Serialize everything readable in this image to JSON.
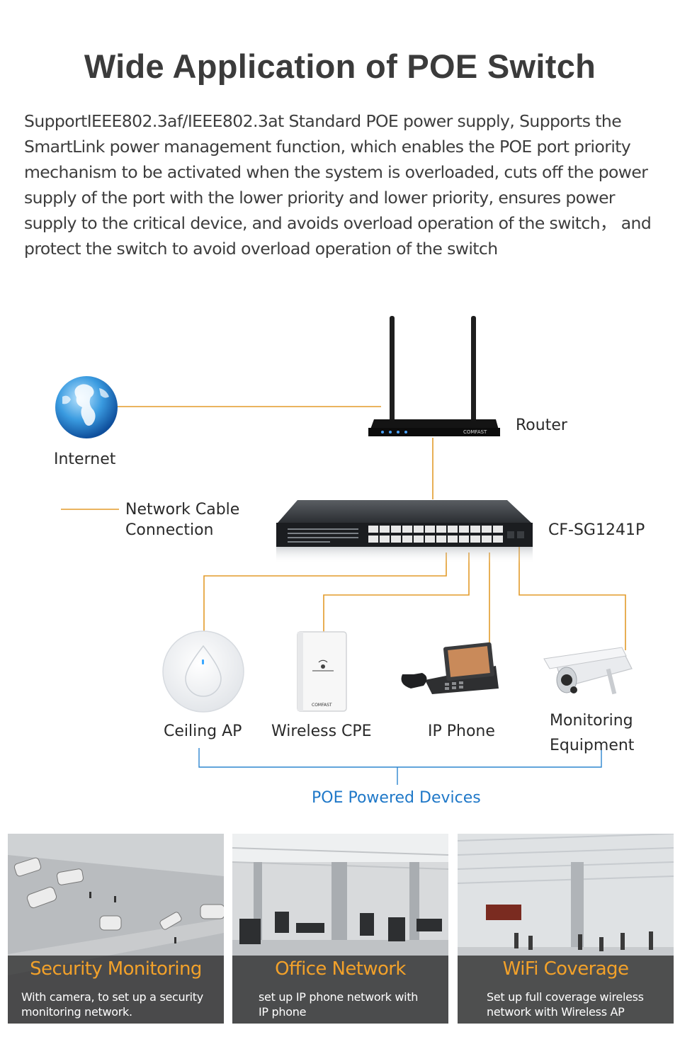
{
  "header": {
    "title": "Wide Application of POE Switch",
    "intro": "SupportIEEE802.3af/IEEE802.3at Standard POE power supply, Supports the SmartLink power management function, which enables the POE port priority mechanism to be activated when the system is overloaded, cuts off the power supply of the port with the lower priority and lower priority, ensures power supply to the critical device, and avoids overload operation of the switch， and protect the switch to avoid overload operation of the switch"
  },
  "diagram": {
    "internet_label": "Internet",
    "router_label": "Router",
    "router_brand": "COMFAST",
    "legend_line1": "Network Cable",
    "legend_line2": "Connection",
    "switch_label": "CF-SG1241P",
    "cpe_brand": "COMFAST",
    "devices": {
      "ceiling_ap": "Ceiling AP",
      "wireless_cpe": "Wireless CPE",
      "ip_phone": "IP Phone",
      "monitoring_line1": "Monitoring",
      "monitoring_line2": "Equipment"
    },
    "group_label": "POE Powered Devices",
    "colors": {
      "cable": "#e39b2a",
      "bracket": "#2e86cf",
      "group_text": "#1f78c8"
    }
  },
  "panels": [
    {
      "title": "Security Monitoring",
      "desc_line1": "With camera, to set up a security",
      "desc_line2": "monitoring network."
    },
    {
      "title": "Office Network",
      "desc_line1": "set up IP phone network with",
      "desc_line2": "IP phone"
    },
    {
      "title": "WiFi Coverage",
      "desc_line1": "Set up full coverage wireless",
      "desc_line2": "network with Wireless AP"
    }
  ]
}
